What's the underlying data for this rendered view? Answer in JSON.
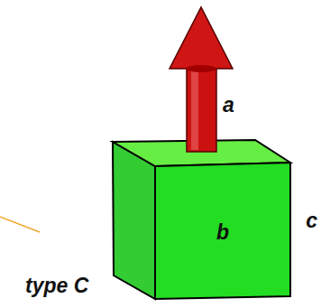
{
  "diagram": {
    "nodes": [
      {
        "text": [
          "b"
        ]
      }
    ],
    "labels": [
      "a",
      "type C",
      "c"
    ]
  }
}
